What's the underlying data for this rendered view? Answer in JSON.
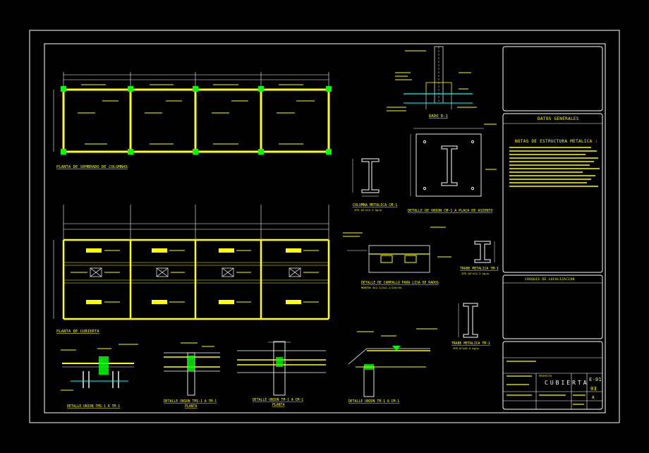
{
  "colors": {
    "background": "#000000",
    "frame": "#ffffff",
    "column": "#00ff00",
    "beam": "#ffff00",
    "text": "#ffff00",
    "dimension": "#ffffff",
    "plate": "#00ffff"
  },
  "drawing_titles": {
    "plan_columns": "PLANTA DE SEMBRADO DE COLUMNAS",
    "plan_roof": "PLANTA DE CUBIERTA",
    "dado": "DADO D-1",
    "base_plate": "DETALLE DE UNION CM-1 A PLACA DE ASIENTO",
    "column_section": "COLUMNA METALICA CM-1",
    "column_section_sub": "IPR-10\"x22.3 kg/m",
    "purlin_detail": "DETALLE DE CAMPALLO PARA LISA DE RADOS",
    "purlin_detail_sub": "MONTEN 4x2-1/2x2-1/2x5/64",
    "beam_section": "TRABE METALICA TM-1",
    "beam_section_sub": "IPR-10\"x22.3 kg/m",
    "truss_section": "TRABE METALICA TM-1",
    "truss_section_sub": "IPR-8\"x26.0 kg/m",
    "detail_1": "DETALLE UNION TMS-1 A TM-1",
    "detail_2": "DETALLE UNION TMS-1 A TM-1",
    "detail_2_sub": "PLANTA",
    "detail_3": "DETALLE UNION TM-1 A CM-1",
    "detail_3_sub": "PLANTA",
    "detail_4": "DETALLE UNION TM-1 A CM-1"
  },
  "notes": {
    "header": "DATOS GENERALES",
    "title": "NOTAS DE ESTRUCTURA METALICA :",
    "location_header": "CROQUIS DE LOCALIZACION"
  },
  "title_block": {
    "project_label": "PROYECTO",
    "project": "CUBIERTA",
    "sheet_code": "E-01",
    "sheet_number": "03",
    "revision": "A"
  }
}
